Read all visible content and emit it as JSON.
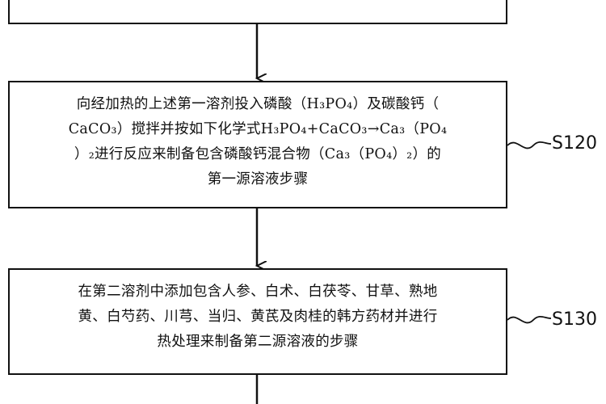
{
  "steps": [
    {
      "id": "top",
      "lines": []
    },
    {
      "id": "s1200",
      "label": "S120",
      "lines": [
        "向经加热的上述第一溶剂投入磷酸（H₃PO₄）及碳酸钙（",
        "CaCO₃）搅拌并按如下化学式H₃PO₄+CaCO₃→Ca₃（PO₄",
        "）₂进行反应来制备包含磷酸钙混合物（Ca₃（PO₄）₂）的",
        "第一源溶液步骤"
      ]
    },
    {
      "id": "s1300",
      "label": "S130",
      "lines": [
        "在第二溶剂中添加包含人参、白术、白茯苓、甘草、熟地",
        "黄、白芍药、川芎、当归、黄芪及肉桂的韩方药材并进行",
        "热处理来制备第二源溶液的步骤"
      ]
    }
  ]
}
